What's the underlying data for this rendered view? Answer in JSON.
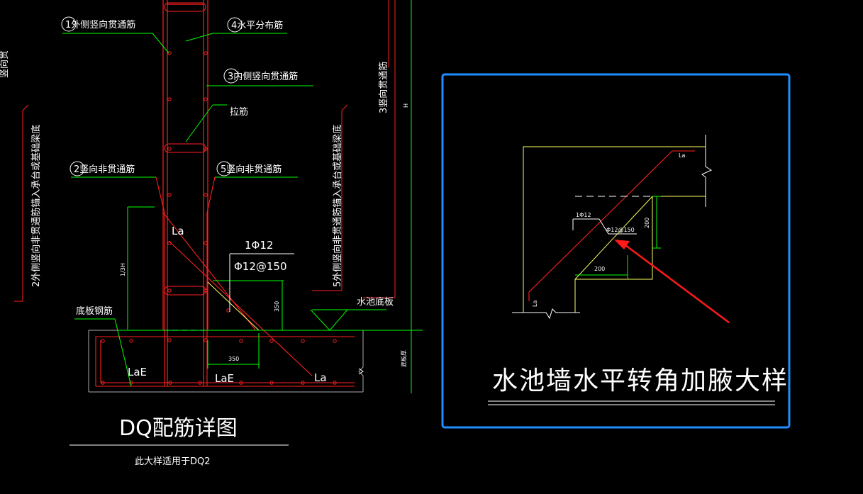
{
  "colors": {
    "background": "#000000",
    "wall": "#ff2020",
    "rebar": "#ff2020",
    "leader": "#00ff00",
    "dim": "#00ff00",
    "text": "#ffffff",
    "outline": "#ffff66",
    "frame": "#1e8fff",
    "arrow": "#ff1a1a"
  },
  "left_detail": {
    "labels": {
      "bar1": "1外侧竖向贯通筋",
      "bar4": "4水平分布筋",
      "bar3": "3内侧竖向贯通筋",
      "tie": "拉筋",
      "bar2": "2竖向非贯通筋",
      "bar5": "5竖向非贯通筋",
      "bar3_vertical": "3竖向贯通筋",
      "note_left": "2外侧竖向非贯通筋锚入承台或基础梁底",
      "note_right": "5外侧竖向非贯通筋锚入承台或基础梁底",
      "la_upper": "La",
      "one_phi12": "1Φ12",
      "phi12_150": "Φ12@150",
      "dim_350_v": "350",
      "dim_350_h": "350",
      "dim_13h": "1/3H",
      "h_label": "H",
      "slab_label": "水池底板",
      "bottom_bar": "底板钢筋",
      "lae_left": "LaE",
      "lae_mid": "LaE",
      "la_bottom": "La",
      "thickness": "底板厚",
      "title": "DQ配筋详图",
      "subtitle": "此大样适用于DQ2",
      "top_left_fragment": "竖向贯"
    }
  },
  "right_detail": {
    "title": "水池墙水平转角加腋大样",
    "labels": {
      "la_top": "La",
      "la_bottom": "La",
      "one_phi12": "1Φ12",
      "phi12_150": "Φ12@150",
      "dim_200_v": "200",
      "dim_200_h": "200"
    }
  }
}
